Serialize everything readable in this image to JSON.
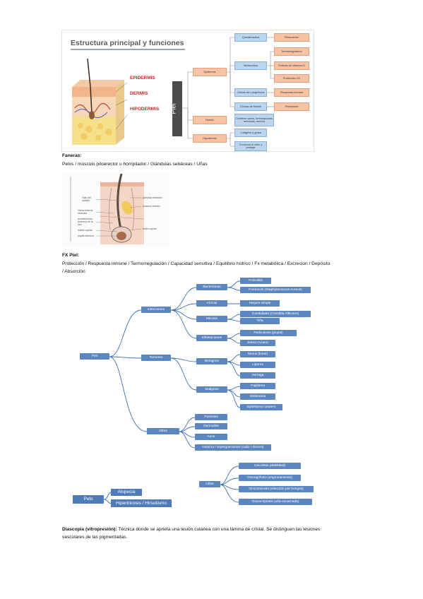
{
  "figure1": {
    "title": "Estructura principal y funciones",
    "layer_labels": [
      "EPIDERMIS",
      "DERMIS",
      "HIPODERMIS"
    ],
    "root": "Piel",
    "level1": [
      "Epidermis",
      "Dermis",
      "Hipodermis"
    ],
    "epidermis_cells": [
      "Queratinocitos",
      "Melanocitos",
      "Células de Langerhans",
      "Células de Merkel"
    ],
    "epidermis_functions": [
      "Renovación",
      "Termorregulación",
      "Síntesis de vitamina D",
      "Protección UV",
      "Respuesta inmune",
      "Percepción"
    ],
    "dermis_items": [
      "Contiene vasos, terminaciones nerviosas, anexos"
    ],
    "hipodermis_items": [
      "Colágeno y grasa",
      "Conserva el calor y protege"
    ]
  },
  "faneras": {
    "heading": "Faneras:",
    "text": "Pelos / músculo piloerector u horripilador / Glándulas sebáceas / Uñas"
  },
  "figure2": {
    "labels_left": [
      "Tallo del cabello",
      "Vaina externa radicular",
      "revestimiento (interior) de la raíz",
      "matriz capilar",
      "papila dérmica"
    ],
    "labels_right": [
      "glándula sebácea",
      "músculo erector",
      "bulbo capilar"
    ]
  },
  "fx_piel": {
    "heading": "FX Piel:",
    "line1": "Protección / Respuesta inmune / Termorregulación / Capacidad sensitiva / Equilibrio hídrico / Fx metabólica / Excrecion / Depósito",
    "line2": "/ Absorción"
  },
  "mindmap": {
    "root": "Piel",
    "infecciones": "Infecciones",
    "bacterianas": "Bacterianas",
    "foliculitis": "Foliculitis",
    "forunculo": "Forúnculo (Staphylococcus Aureus)",
    "viricas": "Víricas",
    "herpes": "Herpes simple",
    "micosis": "Micosis",
    "candidiasis": "Candidiasis (Candida Albicans)",
    "tina": "Tiña",
    "infestaciones": "Infestaciones",
    "pediculosis": "Pediculosis (piojos)",
    "sarna": "Sarna (Acaro)",
    "tumores": "Tumores",
    "benignos": "Benignos",
    "nevus": "Nevus (lunar)",
    "lipoma": "Lipoma",
    "verruga": "Verruga",
    "malignos": "Malignos",
    "papiloma": "Papiloma",
    "melanoma": "Melanoma",
    "epitelioma": "Epitelioma cutaneo",
    "otras": "Otras",
    "psoriasis": "Psoriasis",
    "dermatitis": "Dermatitis",
    "acne": "Acne",
    "heloma": "Heloma / Hiperqueratosis (callo / dureza)"
  },
  "unas_map": {
    "root": "Uñas",
    "items": [
      "Onicolisis (debilidad)",
      "Onicogrifosis (engrosamiento)",
      "Onicomicosis (infección por hongos)",
      "Onicocriptosis (uña encarnada)"
    ]
  },
  "pelo_map": {
    "root": "Pelo",
    "items": [
      "Alopecia",
      "Hipertricosis / Hirsutismo"
    ]
  },
  "diascopia": {
    "label": "Diascopia (vitropresión):",
    "line1": " Técnica donde se aprieta una lesión cutánea con una lámina de cristal. Se distinguen las lesiones",
    "line2": "vasculares de las pigmentadas."
  },
  "colors": {
    "node_blue": "#5b86c0",
    "line_blue": "#3f6fb3",
    "orange_box": "#f6c3a5",
    "light_blue_box": "#bcd6ef",
    "red_label": "#d0212a"
  }
}
